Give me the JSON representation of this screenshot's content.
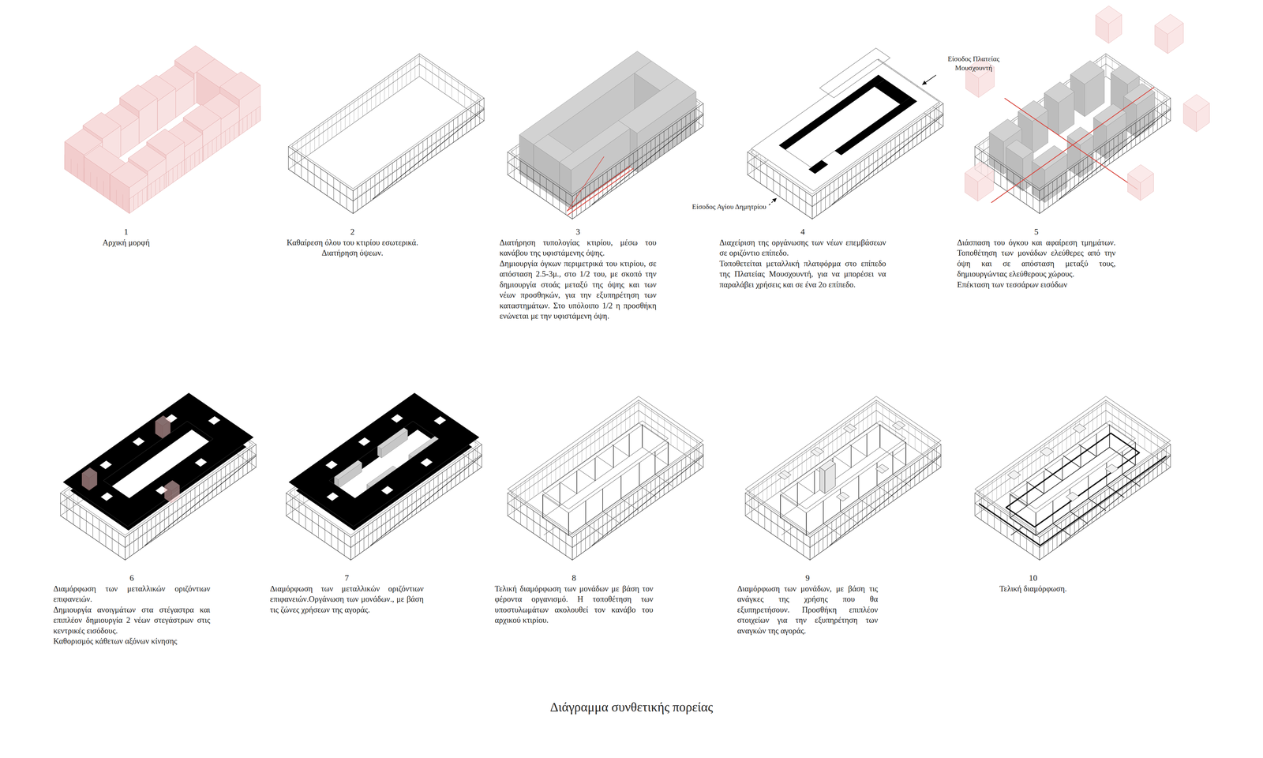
{
  "diagram": {
    "title": "Διάγραμμα συνθετικής πορείας",
    "labels": [
      "1",
      "Αρχική μορφή",
      "2",
      "Καθαίρεση όλου του κτιρίου εσωτερικά.",
      "Διατήρηση όψεων.",
      "3",
      "Διατήρηση τυπολογίας κτιρίου, μέσω του κανάβου της υφιστάμενης όψης.",
      "Δημιουργία όγκων περιμετρικά του κτιρίου, σε απόσταση 2.5-3μ., στο 1/2 του, με σκοπό την δημιουργία στοάς μεταξύ της όψης και των νέων προσθηκών, για την εξυπηρέτηση των καταστημάτων. Στο υπόλοιπο 1/2 η προσθήκη ενώνεται με την υφιστάμενη όψη.",
      "4",
      "Διαχείριση της οργάνωσης των νέων επεμβάσεων σε οριζόντιο επίπεδο.",
      "Τοποθετείται μεταλλική πλατφόρμα στο επίπεδο της Πλατείας Μουσχουντή, για να μπορέσει να παραλάβει χρήσεις και σε ένα 2ο επίπεδο.",
      "Είσοδος Πλατείας Μουσχουντή",
      "Είσοδος Αγίου Δημητρίου",
      "5",
      "Διάσπαση του όγκου και αφαίρεση τμημάτων. Τοποθέτηση των μονάδων ελεύθερες από την όψη και σε απόσταση μεταξύ τους, δημιουργώντας ελεύθερους χώρους.",
      "Επέκταση των τεσσάρων εισόδων",
      "6",
      "Διαμόρφωση των μεταλλικών οριζόντιων επιφανειών.",
      "Δημιουργία ανοιγμάτων στα στέγαστρα και επιπλέον δημιουργία 2 νέων στεγάστρων στις κεντρικές εισόδους.",
      "Καθορισμός κάθετων αξόνων κίνησης",
      "7",
      "Διαμόρφωση των μεταλλικών οριζόντιων επιφανειών.Οργάνωση των μονάδων., με βάση τις ζώνες χρήσεων της αγοράς.",
      "8",
      "Τελική διαμόρφωση των μονάδων με βάση τον φέροντα οργανισμό. Η τοποθέτηση των υποστυλωμάτων ακολουθεί τον κανάβο του αρχικού κτιρίου.",
      "9",
      "Διαμόρφωση των μονάδων, με βάση τις ανάγκες της χρήσης που θα εξυπηρετήσουν. Προσθήκη επιπλέον στοιχείων για την εξυπηρέτηση των αναγκών της αγοράς.",
      "10",
      "Τελική διαμόρφωση."
    ]
  }
}
